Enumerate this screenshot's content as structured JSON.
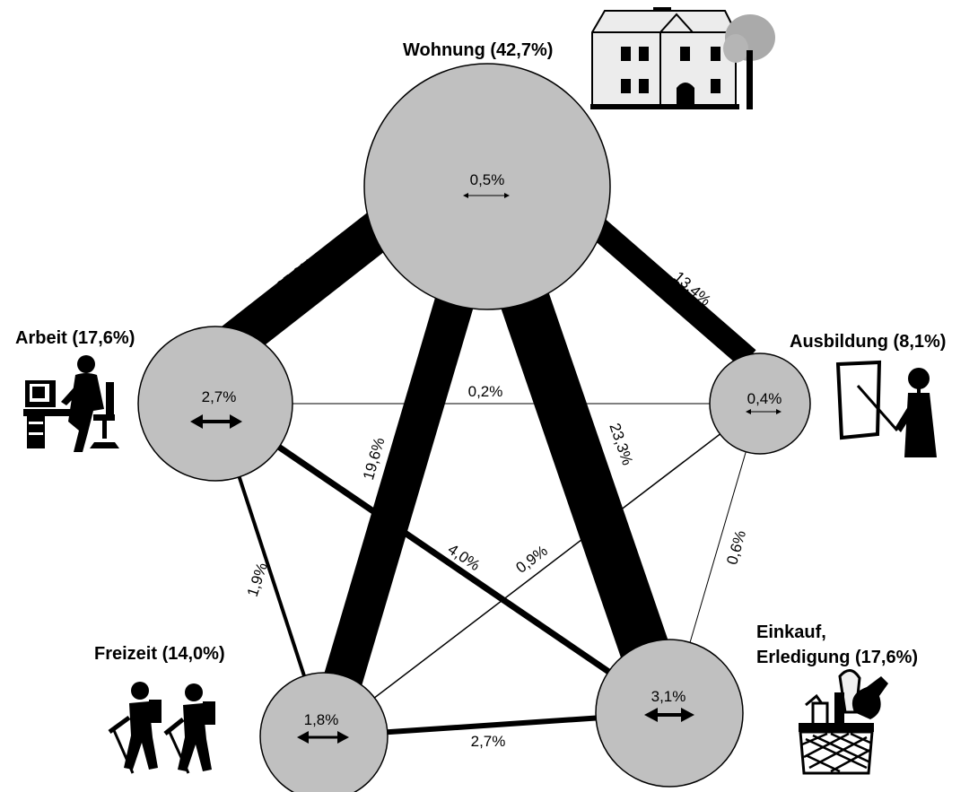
{
  "nodes": {
    "wohnung": {
      "label": "Wohnung (42,7%)",
      "self_share": "0,5%",
      "icon": "house-icon"
    },
    "arbeit": {
      "label": "Arbeit (17,6%)",
      "self_share": "2,7%",
      "icon": "office-worker-icon"
    },
    "ausbildung": {
      "label": "Ausbildung (8,1%)",
      "self_share": "0,4%",
      "icon": "teacher-icon"
    },
    "freizeit": {
      "label": "Freizeit (14,0%)",
      "self_share": "1,8%",
      "icon": "hikers-icon"
    },
    "einkauf": {
      "label_line1": "Einkauf,",
      "label_line2": "Erledigung (17,6%)",
      "self_share": "3,1%",
      "icon": "shopping-basket-icon"
    }
  },
  "edges": {
    "wohnung_arbeit": "25,0%",
    "wohnung_ausbildung": "13,4%",
    "wohnung_freizeit": "19,6%",
    "wohnung_einkauf": "23,3%",
    "arbeit_ausbildung": "0,2%",
    "arbeit_einkauf": "4,0%",
    "arbeit_freizeit": "1,9%",
    "ausbildung_freizeit": "0,9%",
    "ausbildung_einkauf": "0,6%",
    "freizeit_einkauf": "2,7%"
  },
  "colors": {
    "node_fill": "#c0c0c0",
    "edge": "#000000",
    "background": "#ffffff"
  }
}
